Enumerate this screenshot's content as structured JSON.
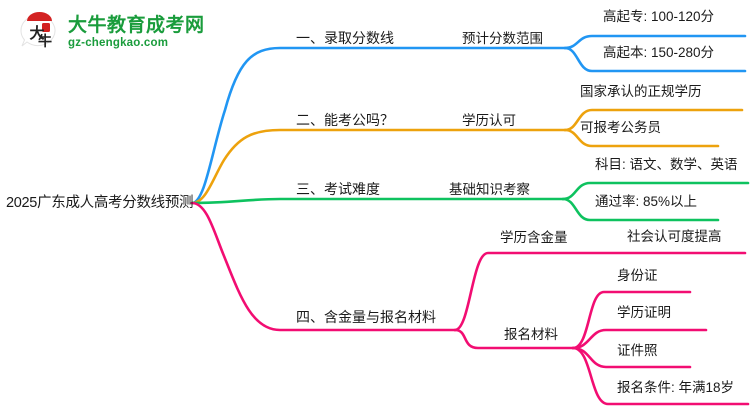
{
  "logo": {
    "name": "大牛教育成考网",
    "url": "gz-chengkao.com",
    "mark_text": "大牛",
    "brand_color": "#1a9c3c",
    "mark_color": "#d32222"
  },
  "mindmap": {
    "root": {
      "label": "2025广东成人高考分数线预测"
    },
    "branches": [
      {
        "label": "一、录取分数线",
        "color": "#2196f3",
        "children": [
          {
            "label": "预计分数范围",
            "children": [
              {
                "label": "高起专: 100-120分"
              },
              {
                "label": "高起本: 150-280分"
              }
            ]
          }
        ]
      },
      {
        "label": "二、能考公吗？",
        "color": "#eda20d",
        "children": [
          {
            "label": "学历认可",
            "children": [
              {
                "label": "国家承认的正规学历"
              },
              {
                "label": "可报考公务员"
              }
            ]
          }
        ]
      },
      {
        "label": "三、考试难度",
        "color": "#0ec25f",
        "children": [
          {
            "label": "基础知识考察",
            "children": [
              {
                "label": "科目: 语文、数学、英语"
              },
              {
                "label": "通过率: 85%以上"
              }
            ]
          }
        ]
      },
      {
        "label": "四、含金量与报名材料",
        "color": "#f20d72",
        "children": [
          {
            "label": "学历含金量",
            "children": [
              {
                "label": "社会认可度提高"
              }
            ]
          },
          {
            "label": "报名材料",
            "children": [
              {
                "label": "身份证"
              },
              {
                "label": "学历证明"
              },
              {
                "label": "证件照"
              },
              {
                "label": "报名条件: 年满18岁"
              }
            ]
          }
        ]
      }
    ]
  }
}
